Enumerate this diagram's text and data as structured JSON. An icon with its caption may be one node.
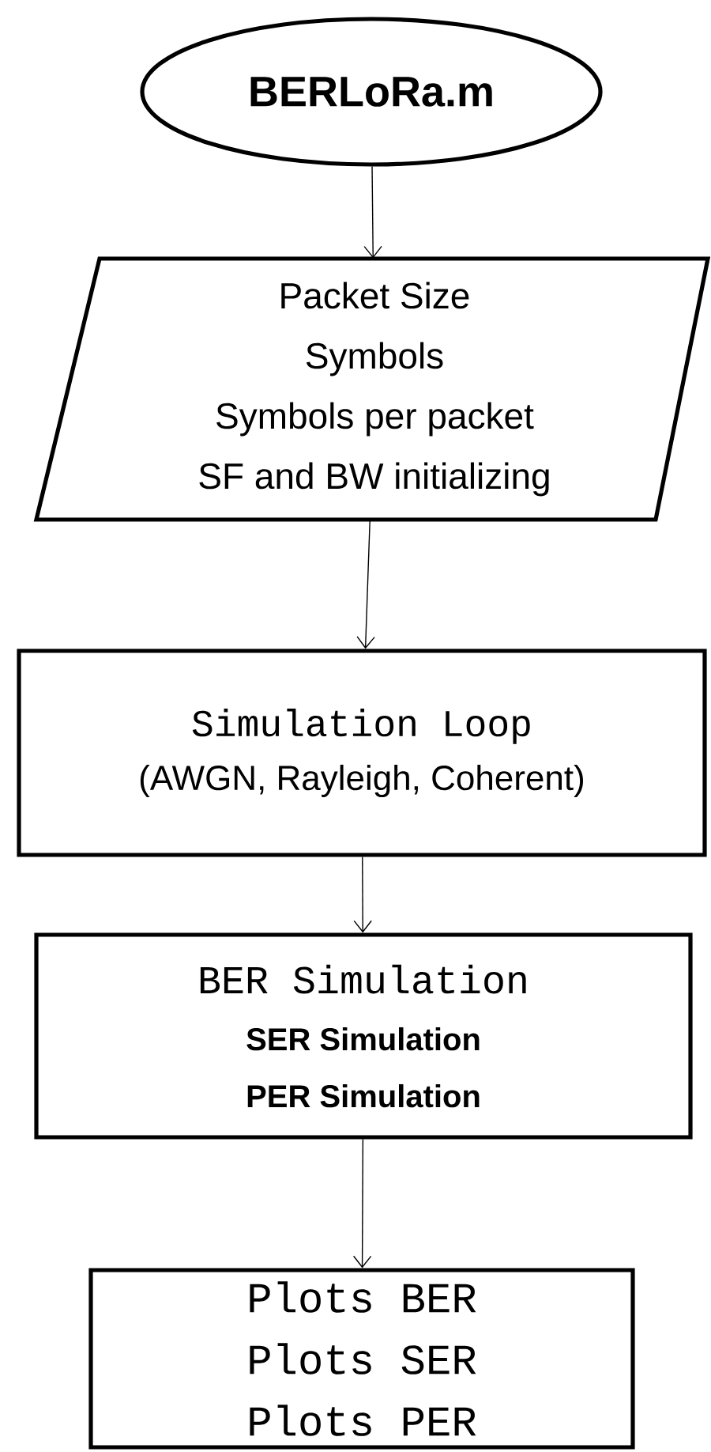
{
  "diagram": {
    "nodes": [
      {
        "text": [
          "BERLoRa.m"
        ]
      },
      {
        "text": [
          "Packet Size",
          "Symbols",
          "Symbols per packet",
          "SF and BW initializing"
        ]
      },
      {
        "text": [
          "Simulation Loop",
          "(AWGN, Rayleigh, Coherent)"
        ]
      },
      {
        "text": [
          "BER Simulation",
          "SER Simulation",
          "PER Simulation"
        ]
      },
      {
        "text": [
          "Plots BER",
          "Plots SER",
          "Plots PER"
        ]
      }
    ],
    "edges": [
      {
        "from": 0,
        "to": 1,
        "arrow": "to"
      },
      {
        "from": 1,
        "to": 2,
        "arrow": "to"
      },
      {
        "from": 2,
        "to": 3,
        "arrow": "to"
      },
      {
        "from": 3,
        "to": 4,
        "arrow": "to"
      }
    ]
  }
}
